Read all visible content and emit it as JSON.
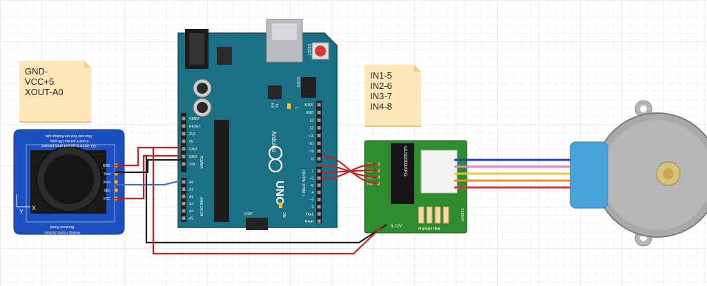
{
  "notes": {
    "joystick_wiring": [
      "GND-",
      "VCC+5",
      "XOUT-A0"
    ],
    "driver_wiring": [
      "IN1-5",
      "IN2-6",
      "IN3-7",
      "IN4-8"
    ]
  },
  "arduino": {
    "brand": "Arduino",
    "model": "UNO",
    "reset_label": "RESET",
    "icsp2_label": "ICSP2",
    "icsp_label": "ICSP",
    "tx_label": "TX",
    "rx_label": "RX",
    "l_label": "L",
    "on_label": "ON",
    "power_header_label": "POWER",
    "analog_header_label": "ANALOG IN",
    "digital_header_label": "DIGITAL (PWM~)",
    "power_pins": [
      "IOREF",
      "RESET",
      "3V3",
      "5V",
      "GND",
      "GND",
      "VIN"
    ],
    "analog_pins": [
      "A0",
      "A1",
      "A2",
      "A3",
      "A4",
      "A5"
    ],
    "digital_pins_top": [
      "AREF",
      "GND",
      "13",
      "12",
      "~11",
      "~10",
      "~9",
      "8"
    ],
    "digital_pins_bottom": [
      "7",
      "~6",
      "~5",
      "4",
      "~3",
      "2",
      "TX▸1",
      "RX◂0"
    ]
  },
  "joystick": {
    "title": "Analog Thumb Joystick",
    "subtitle": "Breakout Board",
    "desc_line1": "Xout and Yout are Analog outs",
    "desc_line2": "X and Y act like 10K pots.",
    "desc_line3": "SEL shorts to ground when pressed",
    "pin_labels": [
      "GND",
      "Yout",
      "Xout",
      "SEL",
      "VCC"
    ],
    "axis_x": "X",
    "axis_y": "Y"
  },
  "driver": {
    "chip_label": "ULN2003APG",
    "in_labels": [
      "IN1",
      "IN2",
      "IN3",
      "IN4"
    ],
    "power_label": "5-12V",
    "led_label": "RSR4R7R6",
    "board_label": "X113647"
  },
  "colors": {
    "arduino_board": "#1b7086",
    "joystick_board": "#1d4fbf",
    "driver_board": "#2e8b2e",
    "wire_red": "#c81e1e",
    "wire_black": "#1a1a1a",
    "wire_blue": "#3a6fd8",
    "motor_blue": "#1f3fbf",
    "motor_pink": "#ee7fd2",
    "motor_yellow": "#e7c53a",
    "motor_orange": "#ef8d2b",
    "motor_red": "#e23131",
    "motor_body": "#a9a9a9",
    "motor_connector": "#4aa3d8",
    "note": "#fde6b8"
  }
}
